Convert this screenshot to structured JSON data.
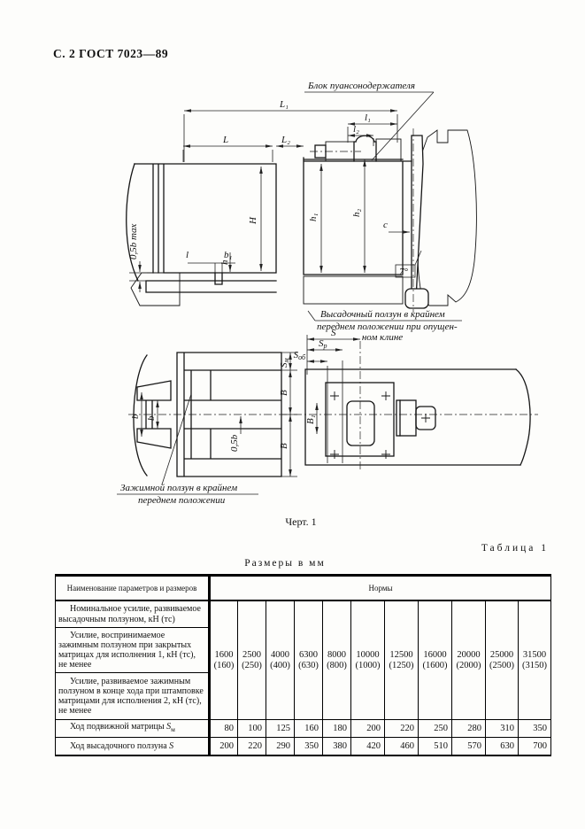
{
  "page": {
    "header": "С. 2 ГОСТ 7023—89",
    "figure_caption": "Черт. 1",
    "table_caption": "Таблица 1",
    "size_caption": "Размеры в мм"
  },
  "drawing": {
    "block_label": "Блок пуансонодержателя",
    "upset_note_1": "Высадочный ползун в крайнем",
    "upset_note_2": "переднем положении при опущен-",
    "upset_note_3": "ном клине",
    "clamp_note_1": "Зажимной ползун в крайнем",
    "clamp_note_2": "переднем положении",
    "dims": {
      "L1": "L₁",
      "L": "L",
      "L2": "L₂",
      "l1": "l₁",
      "l2": "l₂",
      "H": "H",
      "h1": "h₁",
      "h2": "h₂",
      "c": "c",
      "angle": "7°",
      "half_b_max": "0,5b max",
      "l": "l",
      "b1": "b₁",
      "h": "h",
      "S": "S",
      "S_sub_r": "р",
      "S_sub_ob": "об",
      "S_sub_m": "м",
      "B": "B",
      "B1": "B₁",
      "b": "b",
      "half_b": "0,5b"
    }
  },
  "table": {
    "col_header_params": "Наименование параметров и размеров",
    "col_header_norms": "Нормы",
    "rows": {
      "nominal_force": "Номинальное усилие, развиваемое высадочным ползуном, кН (тс)",
      "clamp_force_1": "Усилие, воспринимаемое зажимным ползуном при закрытых матрицах для исполнения 1, кН (тс), не менее",
      "clamp_force_2": "Усилие, развиваемое зажимным ползуном в конце хода при штамповке матрицами для исполнения 2, кН (тс), не менее",
      "die_stroke_label": "Ход подвижной матрицы",
      "die_stroke_sym": "S",
      "die_stroke_sub": "м",
      "slide_stroke_label": "Ход высадочного ползуна",
      "slide_stroke_sym": "S"
    },
    "norm_columns": [
      {
        "kn": "1600",
        "ts": "(160)"
      },
      {
        "kn": "2500",
        "ts": "(250)"
      },
      {
        "kn": "4000",
        "ts": "(400)"
      },
      {
        "kn": "6300",
        "ts": "(630)"
      },
      {
        "kn": "8000",
        "ts": "(800)"
      },
      {
        "kn": "10000",
        "ts": "(1000)"
      },
      {
        "kn": "12500",
        "ts": "(1250)"
      },
      {
        "kn": "16000",
        "ts": "(1600)"
      },
      {
        "kn": "20000",
        "ts": "(2000)"
      },
      {
        "kn": "25000",
        "ts": "(2500)"
      },
      {
        "kn": "31500",
        "ts": "(3150)"
      }
    ],
    "die_stroke_values": [
      "80",
      "100",
      "125",
      "160",
      "180",
      "200",
      "220",
      "250",
      "280",
      "310",
      "350"
    ],
    "slide_stroke_values": [
      "200",
      "220",
      "290",
      "350",
      "380",
      "420",
      "460",
      "510",
      "570",
      "630",
      "700"
    ]
  }
}
